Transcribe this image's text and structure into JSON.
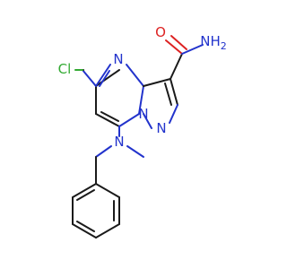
{
  "molecule": {
    "atoms": {
      "chlorine": "Cl",
      "pyrimidine_n4": "N",
      "pyrazole_n1": "N",
      "bridge_n": "N",
      "amine_n": "N",
      "amide_o": "O",
      "amide_nh2": "NH",
      "amide_nh2_sub": "2"
    },
    "colors": {
      "nitrogen": "#2233cc",
      "oxygen": "#dd2222",
      "chlorine": "#33aa33",
      "carbon": "#1a1a1a"
    }
  }
}
